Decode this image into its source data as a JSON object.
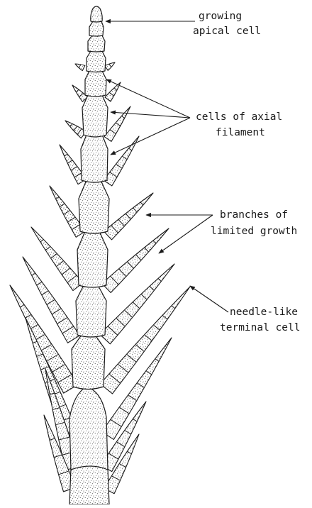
{
  "labels": {
    "apical": [
      "growing",
      "apical cell"
    ],
    "axial": [
      "cells of axial",
      "filament"
    ],
    "branches": [
      "branches of",
      "limited growth"
    ],
    "needle": [
      "needle-like",
      "terminal cell"
    ]
  },
  "colors": {
    "ink": "#1a1a1a",
    "paper": "#ffffff"
  }
}
